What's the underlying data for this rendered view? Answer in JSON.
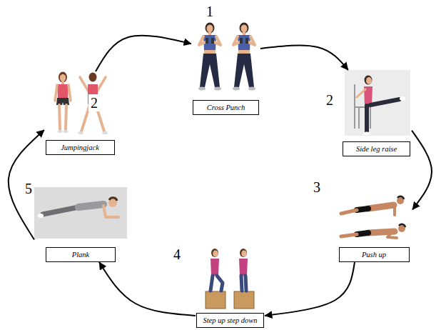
{
  "diagram": {
    "nodes": [
      {
        "text": [
          "Cross Punch"
        ]
      },
      {
        "text": [
          "Side leg raise"
        ]
      },
      {
        "text": [
          "Push up"
        ]
      },
      {
        "text": [
          "Step up step down"
        ]
      },
      {
        "text": [
          "Plank"
        ]
      },
      {
        "text": [
          "Jumpingjack"
        ]
      }
    ],
    "edges": [
      {
        "from": 0,
        "to": 1,
        "arrow": "to"
      },
      {
        "from": 1,
        "to": 2,
        "arrow": "to"
      },
      {
        "from": 2,
        "to": 3,
        "arrow": "to"
      },
      {
        "from": 3,
        "to": 4,
        "arrow": "to"
      },
      {
        "from": 4,
        "to": 5,
        "arrow": "to"
      },
      {
        "from": 5,
        "to": 0,
        "arrow": "to"
      }
    ],
    "labels": [
      "1",
      "2",
      "2",
      "3",
      "4",
      "5"
    ]
  }
}
